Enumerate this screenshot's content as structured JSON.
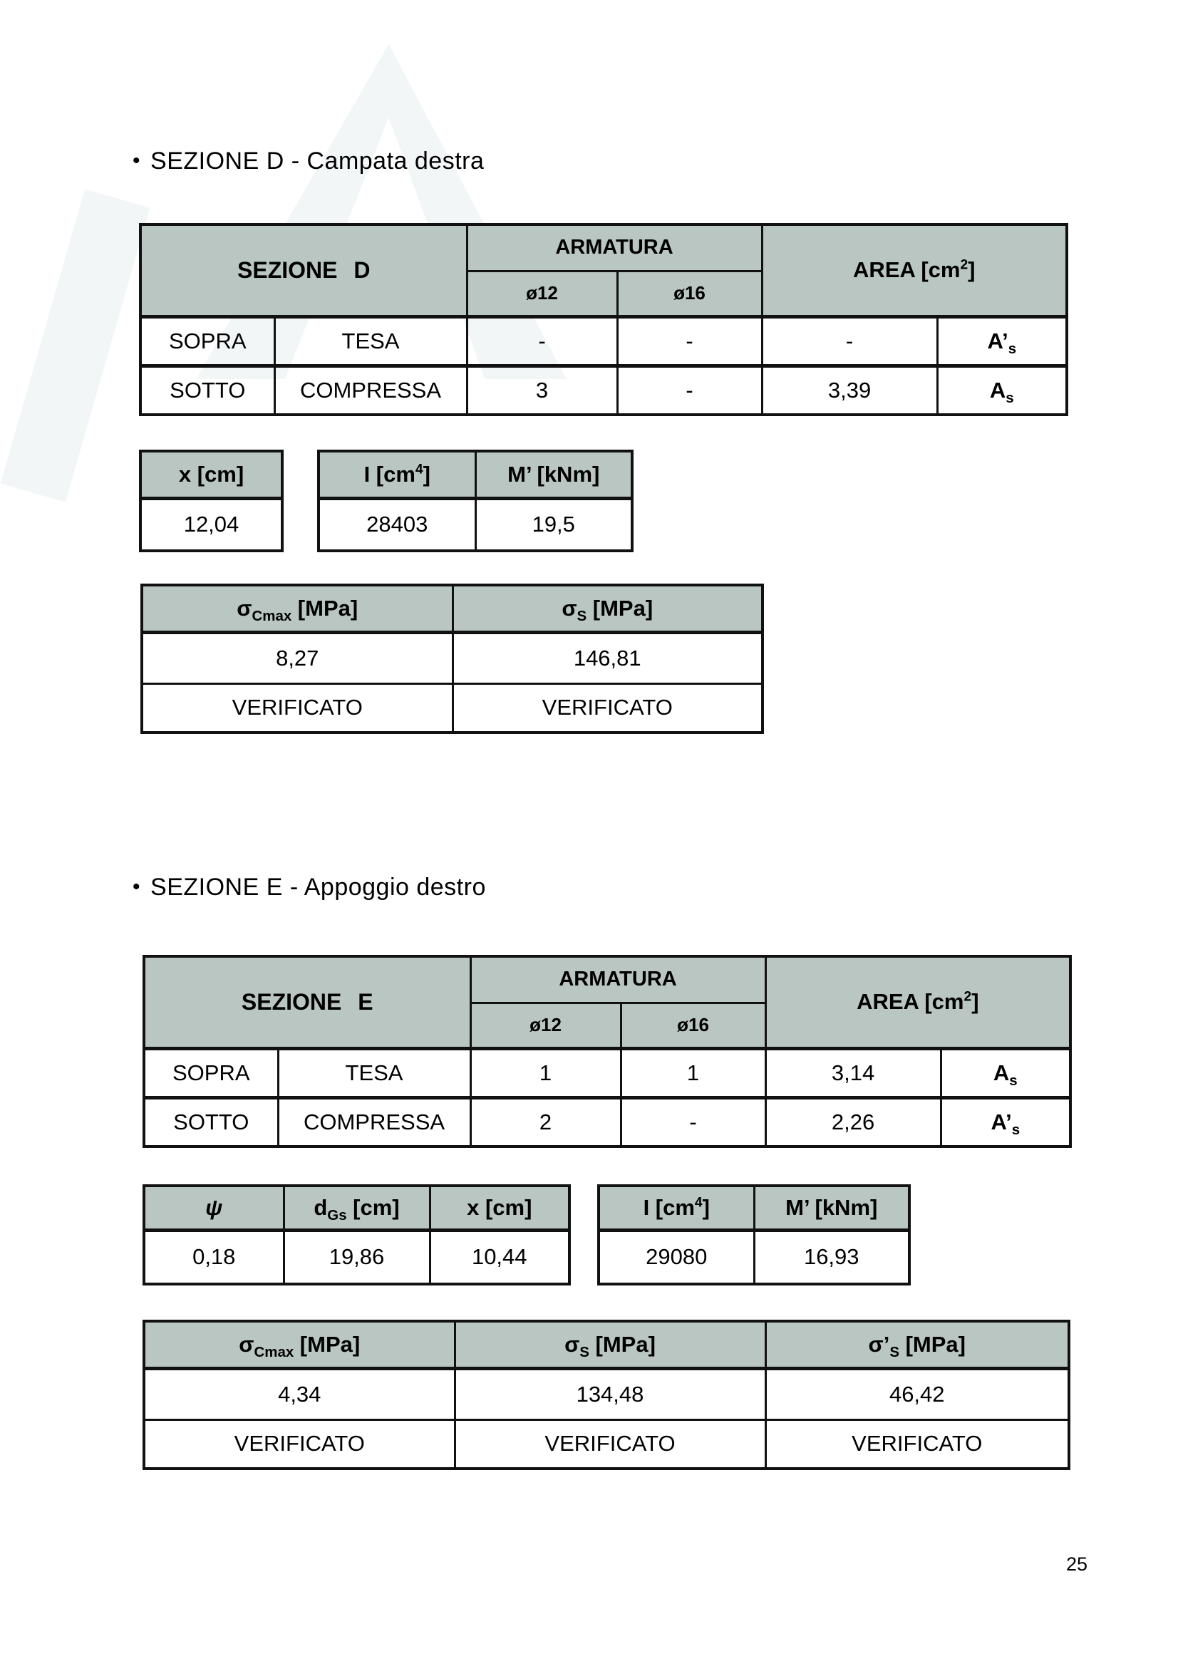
{
  "page": {
    "number": "25",
    "bullet": "•"
  },
  "colors": {
    "header_bg": "#b9c6c1",
    "border": "#111111"
  },
  "section_d": {
    "title": "SEZIONE D - Campata destra",
    "main_table": {
      "corner_label": "SEZIONE D",
      "armatura_label": "ARMATURA",
      "area_label": [
        {
          "t": "AREA [cm"
        },
        {
          "t": "2",
          "sup": true
        },
        {
          "t": "]"
        }
      ],
      "dia_labels": [
        "ø12",
        "ø16"
      ],
      "rows": [
        {
          "pos": "SOPRA",
          "state": "TESA",
          "d12": "-",
          "d16": "-",
          "area": "-",
          "sym": [
            {
              "t": "A’"
            },
            {
              "t": "s",
              "sub": true
            }
          ]
        },
        {
          "pos": "SOTTO",
          "state": "COMPRESSA",
          "d12": "3",
          "d16": "-",
          "area": "3,39",
          "sym": [
            {
              "t": "A"
            },
            {
              "t": "s",
              "sub": true
            }
          ]
        }
      ]
    },
    "x_table": {
      "header": "x [cm]",
      "value": "12,04"
    },
    "im_table": {
      "headers": [
        [
          {
            "t": "I [cm"
          },
          {
            "t": "4",
            "sup": true
          },
          {
            "t": "]"
          }
        ],
        [
          {
            "t": "M’ [kNm]"
          }
        ]
      ],
      "values": [
        "28403",
        "19,5"
      ]
    },
    "stress_table": {
      "headers": [
        [
          {
            "t": "σ"
          },
          {
            "t": "Cmax",
            "sub": true
          },
          {
            "t": " [MPa]"
          }
        ],
        [
          {
            "t": "σ"
          },
          {
            "t": "S",
            "sub": true
          },
          {
            "t": " [MPa]"
          }
        ]
      ],
      "values": [
        "8,27",
        "146,81"
      ],
      "status": [
        "VERIFICATO",
        "VERIFICATO"
      ]
    }
  },
  "section_e": {
    "title": "SEZIONE E - Appoggio destro",
    "main_table": {
      "corner_label": "SEZIONE E",
      "armatura_label": "ARMATURA",
      "area_label": [
        {
          "t": "AREA [cm"
        },
        {
          "t": "2",
          "sup": true
        },
        {
          "t": "]"
        }
      ],
      "dia_labels": [
        "ø12",
        "ø16"
      ],
      "rows": [
        {
          "pos": "SOPRA",
          "state": "TESA",
          "d12": "1",
          "d16": "1",
          "area": "3,14",
          "sym": [
            {
              "t": "A"
            },
            {
              "t": "s",
              "sub": true
            }
          ]
        },
        {
          "pos": "SOTTO",
          "state": "COMPRESSA",
          "d12": "2",
          "d16": "-",
          "area": "2,26",
          "sym": [
            {
              "t": "A’"
            },
            {
              "t": "s",
              "sub": true
            }
          ]
        }
      ]
    },
    "psi_table": {
      "headers": [
        [
          {
            "t": "ψ",
            "i": true
          }
        ],
        [
          {
            "t": "d"
          },
          {
            "t": "Gs",
            "sub": true
          },
          {
            "t": " [cm]"
          }
        ],
        [
          {
            "t": "x [cm]"
          }
        ]
      ],
      "values": [
        "0,18",
        "19,86",
        "10,44"
      ]
    },
    "im_table": {
      "headers": [
        [
          {
            "t": "I [cm"
          },
          {
            "t": "4",
            "sup": true
          },
          {
            "t": "]"
          }
        ],
        [
          {
            "t": "M’ [kNm]"
          }
        ]
      ],
      "values": [
        "29080",
        "16,93"
      ]
    },
    "stress_table": {
      "headers": [
        [
          {
            "t": "σ"
          },
          {
            "t": "Cmax",
            "sub": true
          },
          {
            "t": " [MPa]"
          }
        ],
        [
          {
            "t": "σ"
          },
          {
            "t": "S",
            "sub": true
          },
          {
            "t": " [MPa]"
          }
        ],
        [
          {
            "t": "σ’"
          },
          {
            "t": "S",
            "sub": true
          },
          {
            "t": " [MPa]"
          }
        ]
      ],
      "values": [
        "4,34",
        "134,48",
        "46,42"
      ],
      "status": [
        "VERIFICATO",
        "VERIFICATO",
        "VERIFICATO"
      ]
    }
  }
}
